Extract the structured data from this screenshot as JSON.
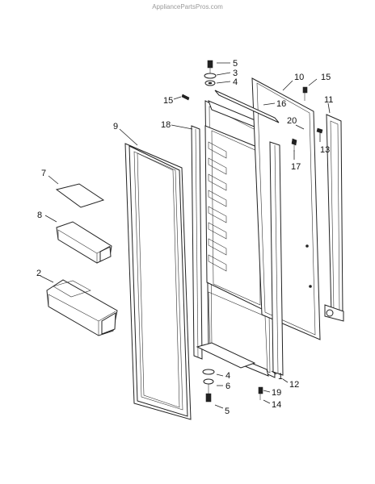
{
  "watermark": "AppliancePartsPros.com",
  "callouts": {
    "c5_top": "5",
    "c3": "3",
    "c4_top": "4",
    "c10": "10",
    "c15_right": "15",
    "c15_left": "15",
    "c16": "16",
    "c11": "11",
    "c9": "9",
    "c18": "18",
    "c20": "20",
    "c13": "13",
    "c17": "17",
    "c7": "7",
    "c8": "8",
    "c2": "2",
    "c4_bot": "4",
    "c6": "6",
    "c1": "1",
    "c12": "12",
    "c19": "19",
    "c14": "14",
    "c5_bot": "5"
  }
}
